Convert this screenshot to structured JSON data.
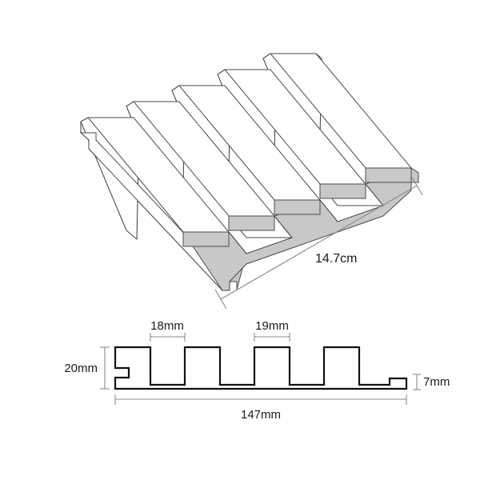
{
  "figure": {
    "title": "Slat Wall Panel Dimension Drawing",
    "background_color": "#ffffff",
    "line_color": "#1a1a1a",
    "dim_line_color": "#8a8a8a",
    "face_fill_color": "#c8c8c8",
    "panel_fill_color": "#ffffff"
  },
  "iso_view": {
    "name": "isometric-panel-view",
    "description": "3D isometric view of fluted slat wall panel with five raised slats",
    "slat_count": 5,
    "width_dimension": {
      "label": "14.7cm",
      "value": 14.7,
      "unit": "cm"
    }
  },
  "section_view": {
    "name": "cross-section-profile",
    "description": "Cross-section profile of the slat panel showing slat and groove widths",
    "slat_count": 5,
    "dimensions": {
      "height": {
        "label": "20mm",
        "value": 20,
        "unit": "mm",
        "position": "left"
      },
      "groove_width": {
        "label": "18mm",
        "value": 18,
        "unit": "mm",
        "position": "top-left"
      },
      "slat_width": {
        "label": "19mm",
        "value": 19,
        "unit": "mm",
        "position": "top-right"
      },
      "base_thickness": {
        "label": "7mm",
        "value": 7,
        "unit": "mm",
        "position": "right"
      },
      "total_width": {
        "label": "147mm",
        "value": 147,
        "unit": "mm",
        "position": "bottom"
      }
    }
  }
}
